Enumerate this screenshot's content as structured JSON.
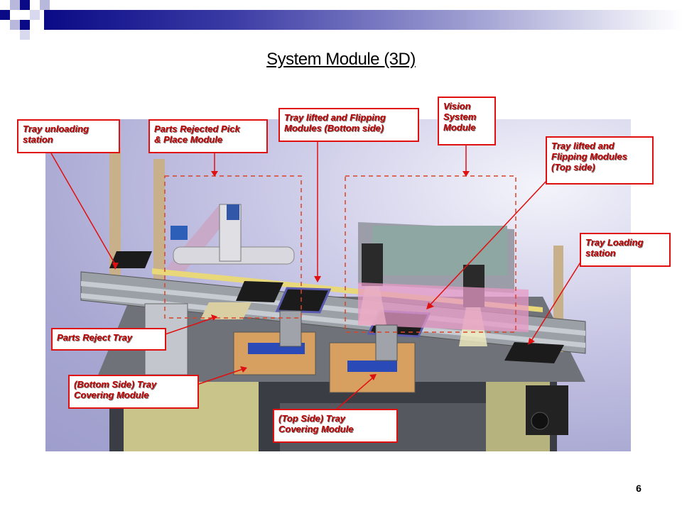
{
  "title": "System Module (3D)",
  "page_number": "6",
  "colors": {
    "callout_border": "#e01010",
    "callout_text": "#c00000",
    "header_bar": "#0a0a86"
  },
  "callouts": {
    "tray_unloading": "Tray unloading\nstation",
    "parts_rejected_pick_place": "Parts Rejected Pick\n& Place Module",
    "tray_lifted_bottom": "Tray lifted  and Flipping\nModules (Bottom  side)",
    "vision_system": "Vision\nSystem\nModule",
    "tray_lifted_top": "Tray lifted  and\nFlipping Modules\n(Top  side)",
    "tray_loading": "Tray Loading\nstation",
    "parts_reject_tray": "Parts Reject Tray",
    "bottom_side_covering": "(Bottom Side) Tray\nCovering Module",
    "top_side_covering": "(Top Side) Tray\nCovering Module"
  }
}
